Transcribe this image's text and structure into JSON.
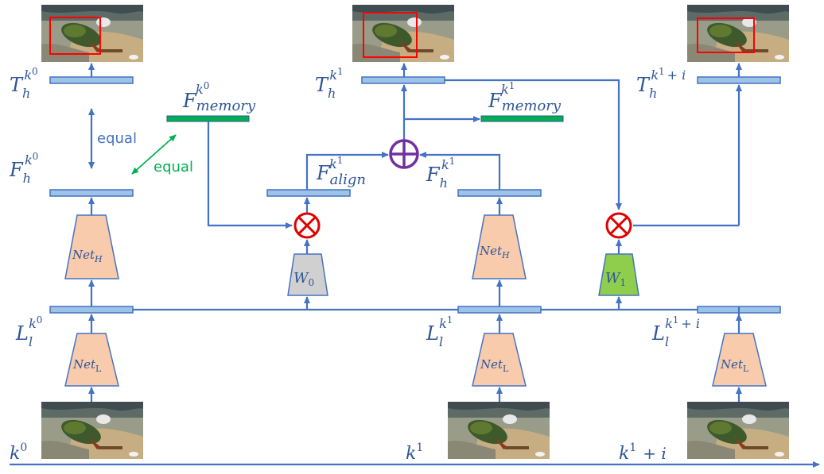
{
  "labels": {
    "T_k0": {
      "base": "T",
      "sub": "h",
      "sup": "k",
      "supsup": "0"
    },
    "T_k1": {
      "base": "T",
      "sub": "h",
      "sup": "k",
      "supsup": "1"
    },
    "T_k1i": {
      "base": "T",
      "sub": "h",
      "sup": "k",
      "supsup": "1",
      "suffix": "+ i"
    },
    "F_mem0": {
      "base": "F",
      "sub": "memory",
      "sup": "k",
      "supsup": "0"
    },
    "F_mem1": {
      "base": "F",
      "sub": "memory",
      "sup": "k",
      "supsup": "1"
    },
    "F_h0": {
      "base": "F",
      "sub": "h",
      "sup": "k",
      "supsup": "0"
    },
    "F_h1": {
      "base": "F",
      "sub": "h",
      "sup": "k",
      "supsup": "1"
    },
    "F_align": {
      "base": "F",
      "sub": "align",
      "sup": "k",
      "supsup": "1"
    },
    "L_k0": {
      "base": "L",
      "sub": "l",
      "sup": "k",
      "supsup": "0"
    },
    "L_k1": {
      "base": "L",
      "sub": "l",
      "sup": "k",
      "supsup": "1"
    },
    "L_k1i": {
      "base": "L",
      "sub": "l",
      "sup": "k",
      "supsup": "1",
      "suffix": "+ i"
    },
    "equal_blue": "equal",
    "equal_green": "equal",
    "net_H": {
      "base": "Net",
      "sub": "H"
    },
    "net_L": {
      "base": "Net",
      "sub": "L"
    },
    "w0": {
      "base": "W",
      "sub": "0"
    },
    "w1": {
      "base": "W",
      "sub": "1"
    },
    "timeline": {
      "t0": {
        "base": "k",
        "sup": "0"
      },
      "t1": {
        "base": "k",
        "sup": "1"
      },
      "t2": {
        "base": "k",
        "sup": "1",
        "suffix": "+ i"
      }
    }
  },
  "colors": {
    "arrow": "#4472c4",
    "feature_bar": "#9dc3e6",
    "memory_bar": "#00b050",
    "net_fill": "#f8cbad",
    "w0_fill": "#d0d0d0",
    "w1_fill": "#8fce4c",
    "multiply": "#e00000",
    "add": "#7030a0",
    "equal_green": "#00b050",
    "text": "#2f5597"
  },
  "icons": [
    "multiply-circle-icon",
    "add-circle-icon",
    "bird-photo"
  ]
}
